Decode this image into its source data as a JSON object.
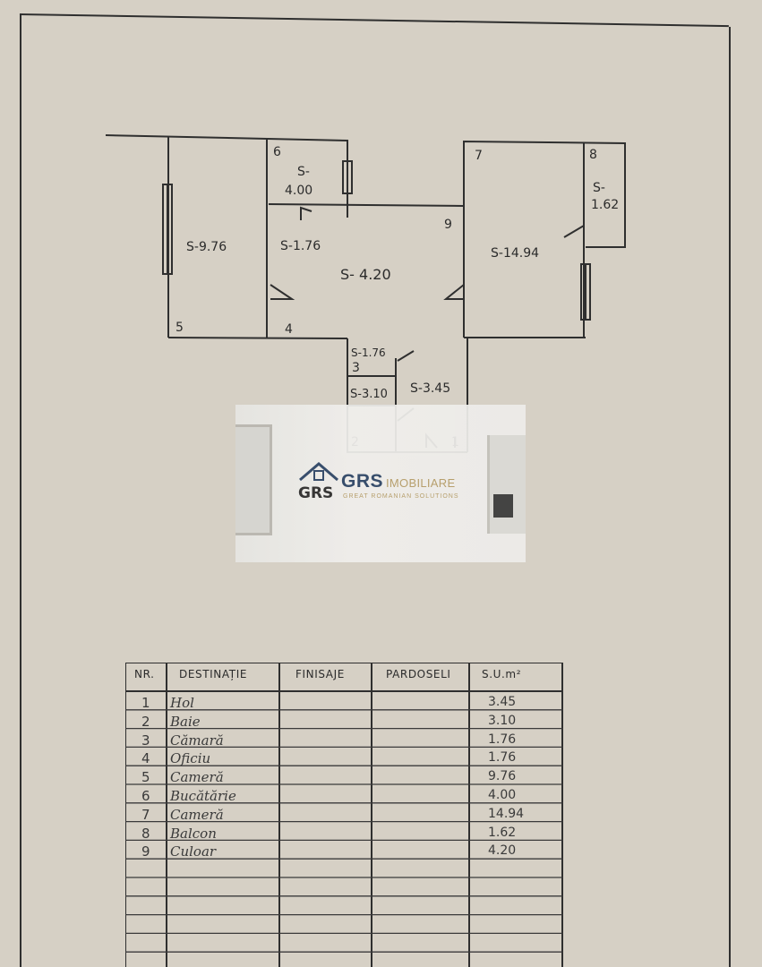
{
  "plan": {
    "rooms": [
      {
        "number": "5",
        "area": "S-9.76"
      },
      {
        "number": "6",
        "area_line1": "S-",
        "area_line2": "4.00"
      },
      {
        "number": "4",
        "area": "S-1.76"
      },
      {
        "number": "9",
        "area": "S- 4.20"
      },
      {
        "number": "7",
        "area": "S-14.94"
      },
      {
        "number": "8",
        "area_line1": "S-",
        "area_line2": "1.62"
      },
      {
        "number": "3",
        "area": "S-1.76"
      },
      {
        "number": "2",
        "area": "S-3.10"
      },
      {
        "number": "1",
        "area": "S-3.45"
      }
    ]
  },
  "watermark": {
    "brand": "GRS",
    "brand_suffix": "IMOBILIARE",
    "tagline": "GREAT ROMANIAN SOLUTIONS"
  },
  "table": {
    "headers": {
      "nr": "NR.",
      "destinatie": "DESTINAȚIE",
      "finisaje": "FINISAJE",
      "pardoseli": "PARDOSELI",
      "su": "S.U.m²"
    },
    "rows": [
      {
        "nr": "1",
        "destinatie": "Hol",
        "su": "3.45"
      },
      {
        "nr": "2",
        "destinatie": "Baie",
        "su": "3.10"
      },
      {
        "nr": "3",
        "destinatie": "Cămară",
        "su": "1.76"
      },
      {
        "nr": "4",
        "destinatie": "Oficiu",
        "su": "1.76"
      },
      {
        "nr": "5",
        "destinatie": "Cameră",
        "su": "9.76"
      },
      {
        "nr": "6",
        "destinatie": "Bucătărie",
        "su": "4.00"
      },
      {
        "nr": "7",
        "destinatie": "Cameră",
        "su": "14.94"
      },
      {
        "nr": "8",
        "destinatie": "Balcon",
        "su": "1.62"
      },
      {
        "nr": "9",
        "destinatie": "Culoar",
        "su": "4.20"
      }
    ]
  }
}
